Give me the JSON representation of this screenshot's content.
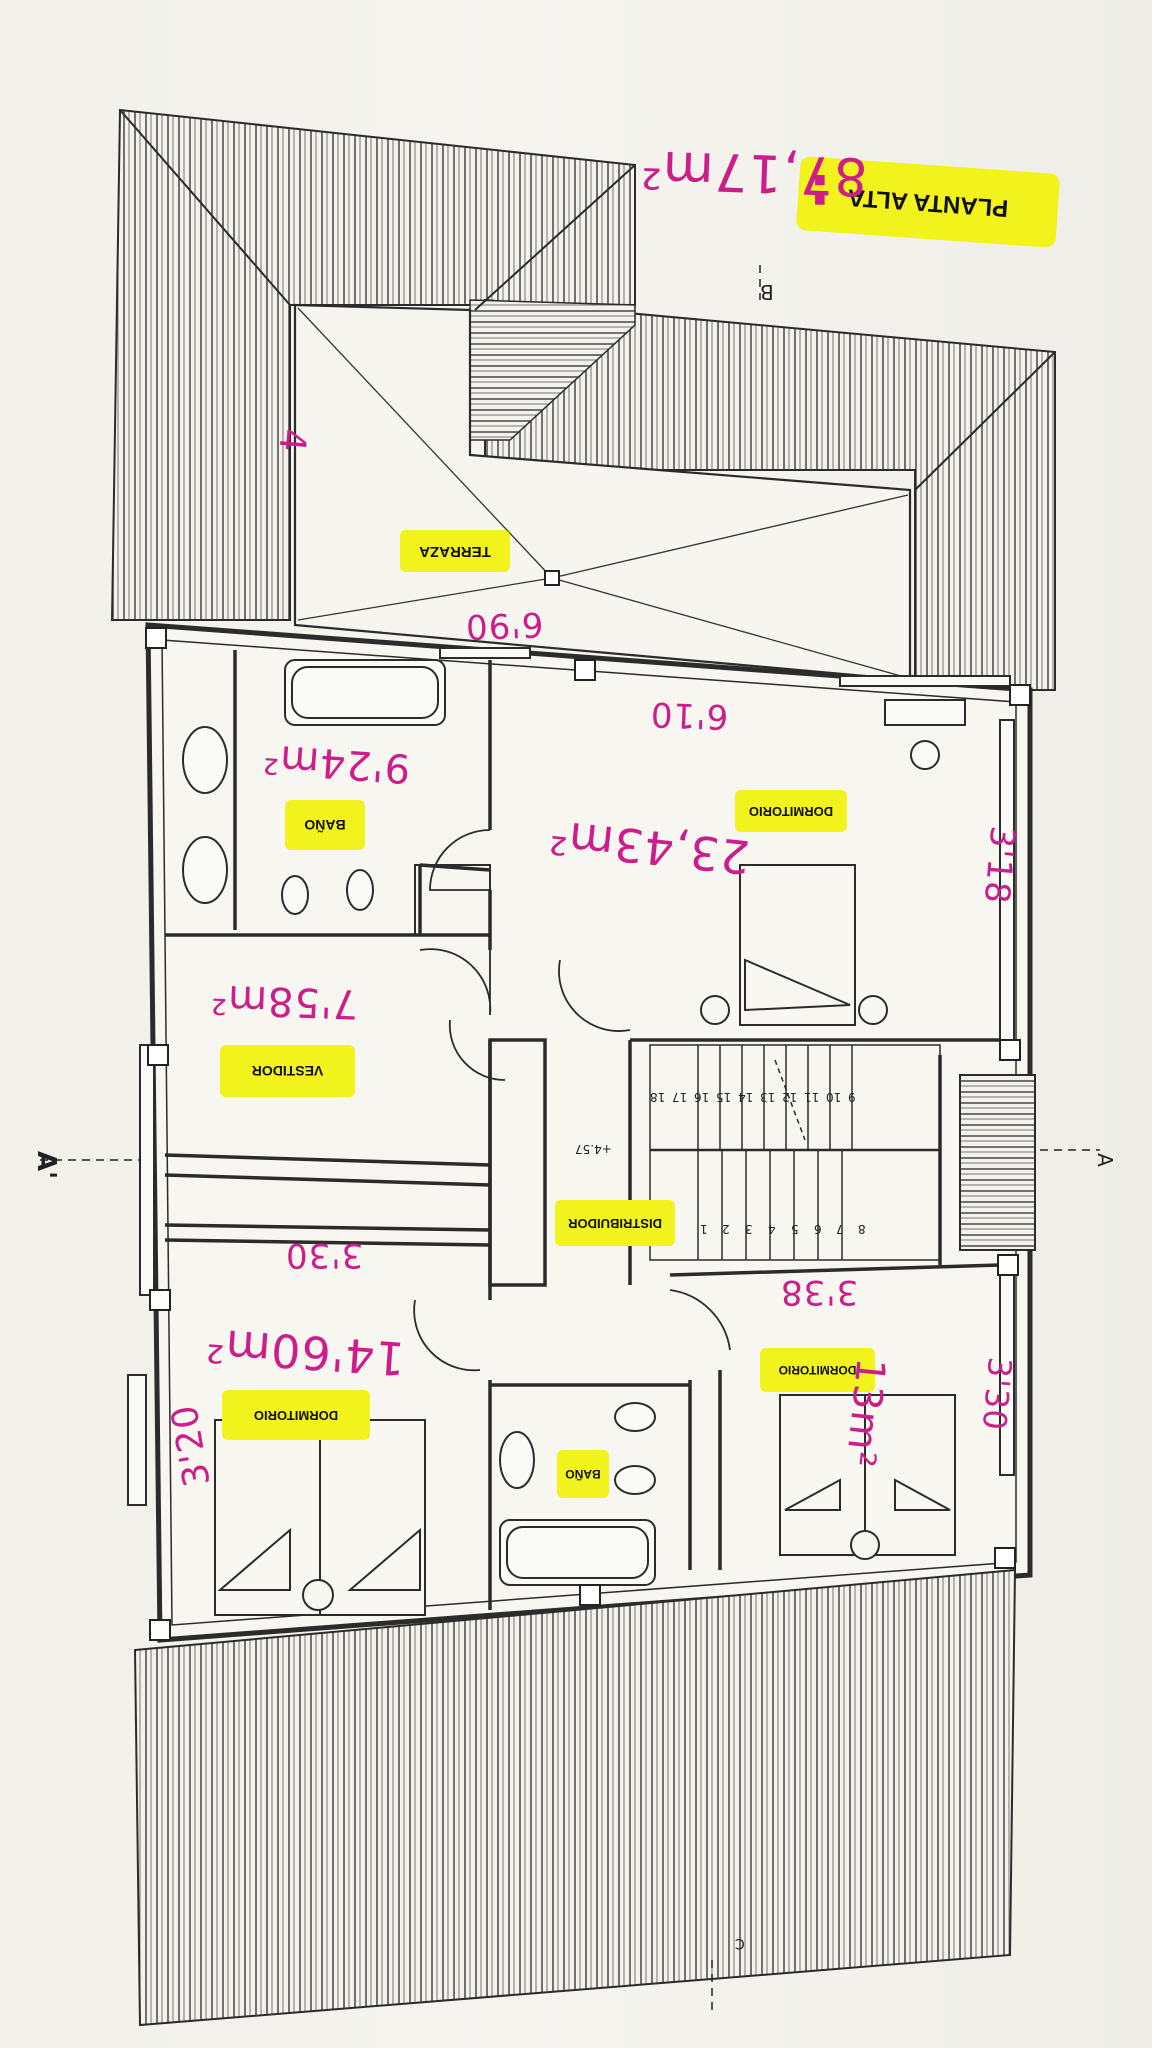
{
  "title": {
    "label": "PLANTA ALTA",
    "separator": ":",
    "area": "87,17m²"
  },
  "rooms": [
    {
      "id": "terraza",
      "label": "TERRAZA"
    },
    {
      "id": "dormitorio-principal",
      "label": "DORMITORIO",
      "area": "23,43m²"
    },
    {
      "id": "bano-principal",
      "label": "BAÑO",
      "area": "9'24m²"
    },
    {
      "id": "vestidor",
      "label": "VESTIDOR",
      "area": "7'58m²"
    },
    {
      "id": "distribuidor",
      "label": "DISTRIBUIDOR",
      "level": "+4.57"
    },
    {
      "id": "dormitorio-2",
      "label": "DORMITORIO",
      "area": "14'60m²"
    },
    {
      "id": "bano-2",
      "label": "BAÑO"
    },
    {
      "id": "dormitorio-3",
      "label": "DORMITORIO",
      "area": "13m²"
    }
  ],
  "dimensions": [
    "6'90",
    "6'10",
    "3'18",
    "3'30",
    "3'38",
    "3'30",
    "3'20",
    "4"
  ],
  "stairs": {
    "steps_lower": [
      "1",
      "2",
      "3",
      "4",
      "5",
      "6",
      "7",
      "8"
    ],
    "steps_upper": [
      "9",
      "10",
      "11",
      "12",
      "13",
      "14",
      "15",
      "16",
      "17",
      "18"
    ]
  },
  "section_marks": {
    "a": "A",
    "a_prime": "A'",
    "b": "B",
    "c": "C"
  },
  "colors": {
    "line": "#2b2b2b",
    "highlight": "#f2f21c",
    "handwriting": "#cc1d8a",
    "paper": "#f4f3ee"
  }
}
